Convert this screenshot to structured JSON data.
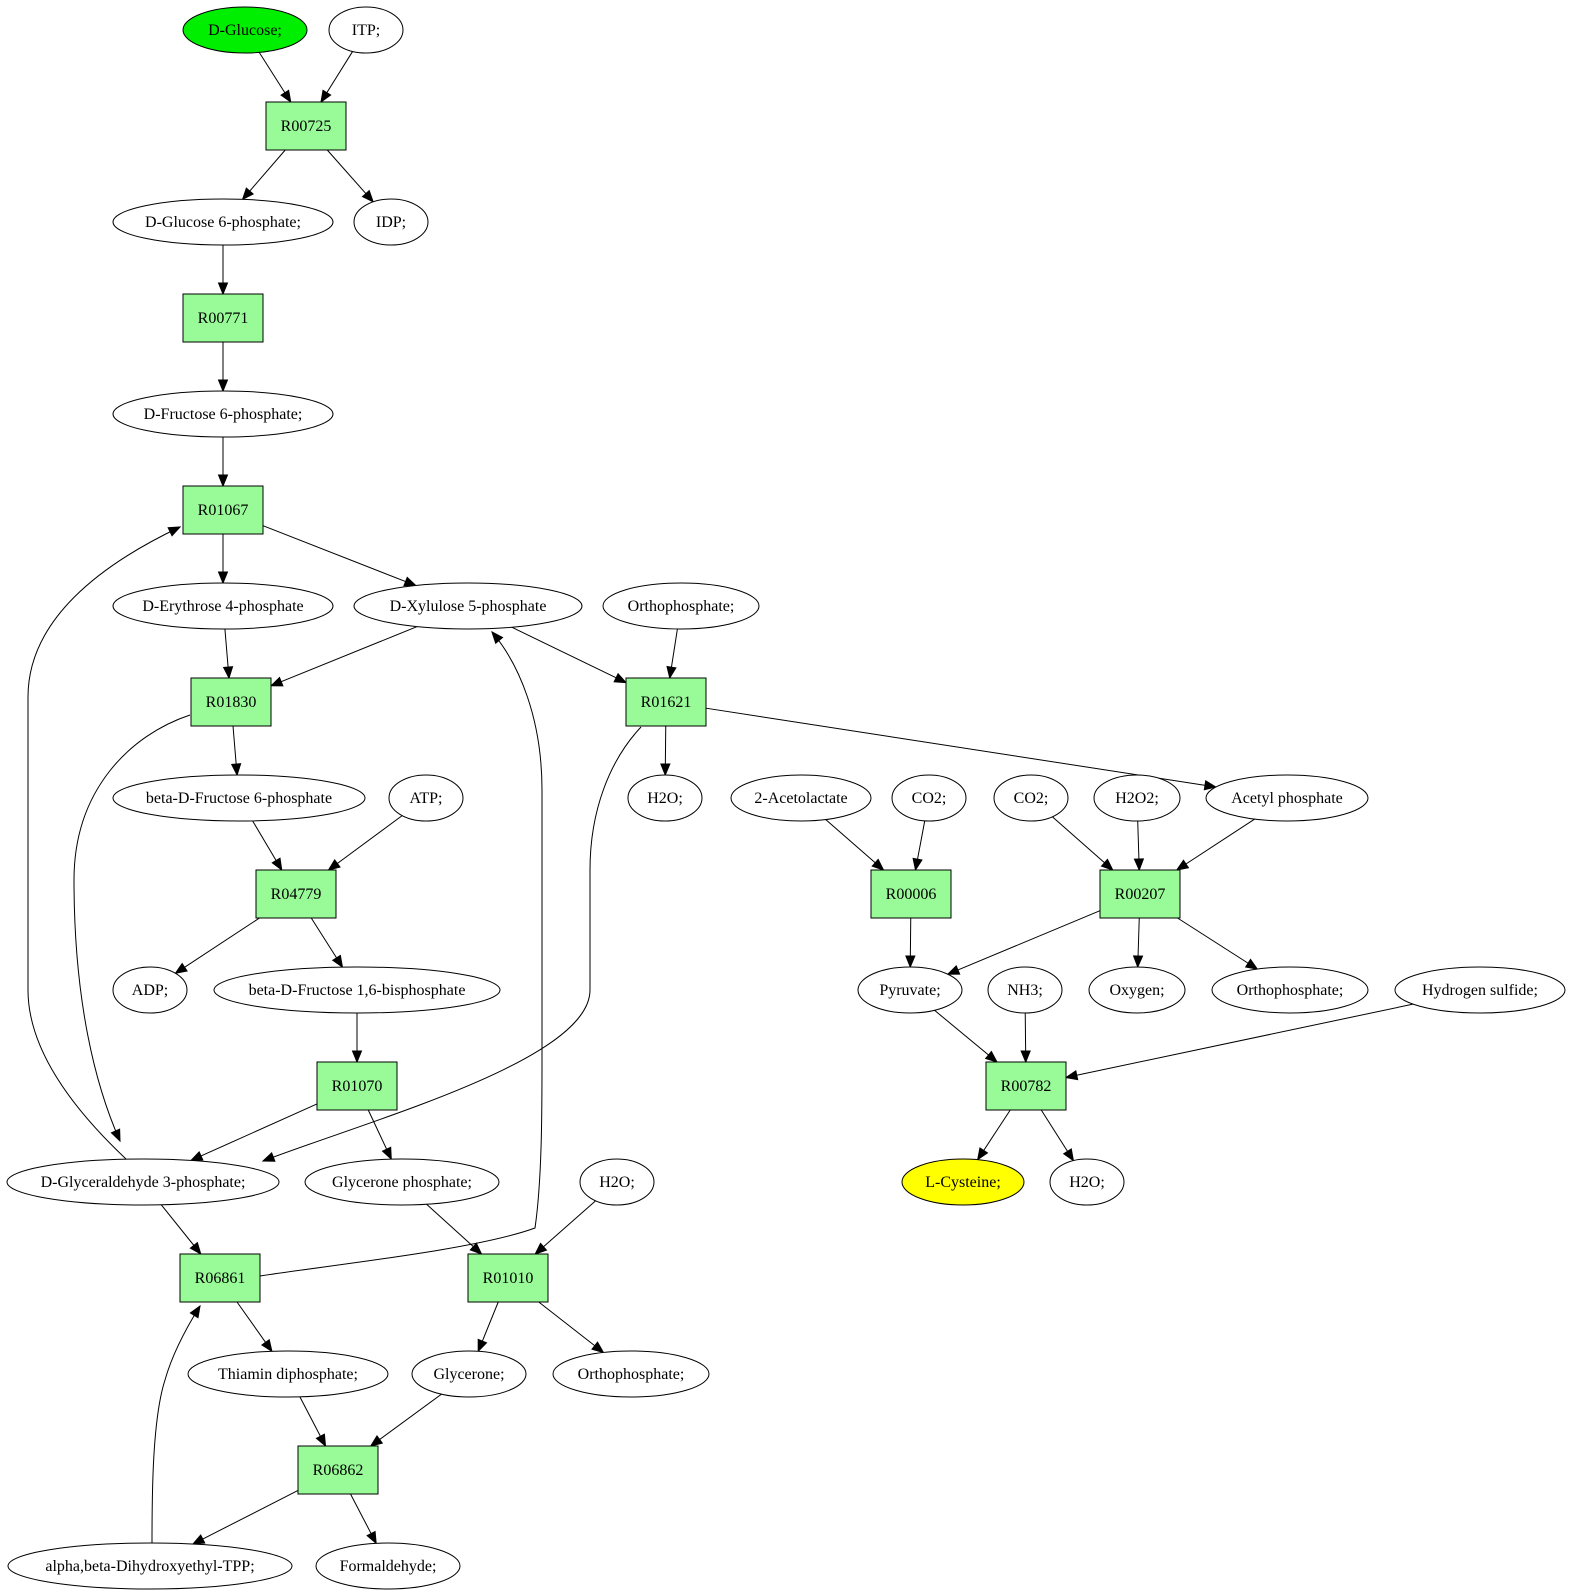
{
  "colors": {
    "start_node": "#00ee00",
    "target_node": "#ffff00",
    "reaction_node": "#98fb98",
    "compound_node": "#ffffff",
    "line": "#000000"
  },
  "compounds": [
    {
      "id": "glucose",
      "label": "D-Glucose;",
      "role": "start"
    },
    {
      "id": "itp",
      "label": "ITP;"
    },
    {
      "id": "g6p",
      "label": "D-Glucose 6-phosphate;"
    },
    {
      "id": "idp",
      "label": "IDP;"
    },
    {
      "id": "f6p",
      "label": "D-Fructose 6-phosphate;"
    },
    {
      "id": "e4p",
      "label": "D-Erythrose 4-phosphate"
    },
    {
      "id": "x5p",
      "label": "D-Xylulose 5-phosphate"
    },
    {
      "id": "orthophosphate_1",
      "label": "Orthophosphate;"
    },
    {
      "id": "h2o_1",
      "label": "H2O;"
    },
    {
      "id": "bf6p",
      "label": "beta-D-Fructose 6-phosphate"
    },
    {
      "id": "atp",
      "label": "ATP;"
    },
    {
      "id": "acetolactate",
      "label": "2-Acetolactate"
    },
    {
      "id": "co2_1",
      "label": "CO2;"
    },
    {
      "id": "co2_2",
      "label": "CO2;"
    },
    {
      "id": "h2o2",
      "label": "H2O2;"
    },
    {
      "id": "acetylphosphate",
      "label": "Acetyl phosphate"
    },
    {
      "id": "adp",
      "label": "ADP;"
    },
    {
      "id": "fbp",
      "label": "beta-D-Fructose 1,6-bisphosphate"
    },
    {
      "id": "pyruvate",
      "label": "Pyruvate;"
    },
    {
      "id": "nh3",
      "label": "NH3;"
    },
    {
      "id": "oxygen",
      "label": "Oxygen;"
    },
    {
      "id": "orthophosphate_2",
      "label": "Orthophosphate;"
    },
    {
      "id": "h2s",
      "label": "Hydrogen sulfide;"
    },
    {
      "id": "gap",
      "label": "D-Glyceraldehyde 3-phosphate;"
    },
    {
      "id": "dhap",
      "label": "Glycerone phosphate;"
    },
    {
      "id": "h2o_2",
      "label": "H2O;"
    },
    {
      "id": "cysteine",
      "label": "L-Cysteine;",
      "role": "target"
    },
    {
      "id": "h2o_3",
      "label": "H2O;"
    },
    {
      "id": "tpp",
      "label": "Thiamin diphosphate;"
    },
    {
      "id": "glycerone",
      "label": "Glycerone;"
    },
    {
      "id": "orthophosphate_3",
      "label": "Orthophosphate;"
    },
    {
      "id": "dhetpp",
      "label": "alpha,beta-Dihydroxyethyl-TPP;"
    },
    {
      "id": "formaldehyde",
      "label": "Formaldehyde;"
    }
  ],
  "reactions": [
    {
      "id": "R00725",
      "label": "R00725"
    },
    {
      "id": "R00771",
      "label": "R00771"
    },
    {
      "id": "R01067",
      "label": "R01067"
    },
    {
      "id": "R01830",
      "label": "R01830"
    },
    {
      "id": "R01621",
      "label": "R01621"
    },
    {
      "id": "R04779",
      "label": "R04779"
    },
    {
      "id": "R00006",
      "label": "R00006"
    },
    {
      "id": "R00207",
      "label": "R00207"
    },
    {
      "id": "R01070",
      "label": "R01070"
    },
    {
      "id": "R00782",
      "label": "R00782"
    },
    {
      "id": "R06861",
      "label": "R06861"
    },
    {
      "id": "R01010",
      "label": "R01010"
    },
    {
      "id": "R06862",
      "label": "R06862"
    }
  ],
  "edges": [
    {
      "from": "glucose",
      "to": "R00725"
    },
    {
      "from": "itp",
      "to": "R00725"
    },
    {
      "from": "R00725",
      "to": "g6p"
    },
    {
      "from": "R00725",
      "to": "idp"
    },
    {
      "from": "g6p",
      "to": "R00771"
    },
    {
      "from": "R00771",
      "to": "f6p"
    },
    {
      "from": "f6p",
      "to": "R01067"
    },
    {
      "from": "R01067",
      "to": "e4p"
    },
    {
      "from": "R01067",
      "to": "x5p"
    },
    {
      "from": "gap",
      "to": "R01067"
    },
    {
      "from": "e4p",
      "to": "R01830"
    },
    {
      "from": "x5p",
      "to": "R01830"
    },
    {
      "from": "R01830",
      "to": "bf6p"
    },
    {
      "from": "R01830",
      "to": "gap"
    },
    {
      "from": "x5p",
      "to": "R01621"
    },
    {
      "from": "orthophosphate_1",
      "to": "R01621"
    },
    {
      "from": "R01621",
      "to": "h2o_1"
    },
    {
      "from": "R01621",
      "to": "acetylphosphate"
    },
    {
      "from": "R01621",
      "to": "gap"
    },
    {
      "from": "bf6p",
      "to": "R04779"
    },
    {
      "from": "atp",
      "to": "R04779"
    },
    {
      "from": "R04779",
      "to": "adp"
    },
    {
      "from": "R04779",
      "to": "fbp"
    },
    {
      "from": "acetolactate",
      "to": "R00006"
    },
    {
      "from": "co2_1",
      "to": "R00006"
    },
    {
      "from": "R00006",
      "to": "pyruvate"
    },
    {
      "from": "co2_2",
      "to": "R00207"
    },
    {
      "from": "h2o2",
      "to": "R00207"
    },
    {
      "from": "acetylphosphate",
      "to": "R00207"
    },
    {
      "from": "R00207",
      "to": "pyruvate"
    },
    {
      "from": "R00207",
      "to": "oxygen"
    },
    {
      "from": "R00207",
      "to": "orthophosphate_2"
    },
    {
      "from": "fbp",
      "to": "R01070"
    },
    {
      "from": "R01070",
      "to": "gap"
    },
    {
      "from": "R01070",
      "to": "dhap"
    },
    {
      "from": "pyruvate",
      "to": "R00782"
    },
    {
      "from": "nh3",
      "to": "R00782"
    },
    {
      "from": "h2s",
      "to": "R00782"
    },
    {
      "from": "R00782",
      "to": "cysteine"
    },
    {
      "from": "R00782",
      "to": "h2o_3"
    },
    {
      "from": "gap",
      "to": "R06861"
    },
    {
      "from": "dhetpp",
      "to": "R06861"
    },
    {
      "from": "R06861",
      "to": "tpp"
    },
    {
      "from": "R06861",
      "to": "x5p"
    },
    {
      "from": "dhap",
      "to": "R01010"
    },
    {
      "from": "h2o_2",
      "to": "R01010"
    },
    {
      "from": "R01010",
      "to": "glycerone"
    },
    {
      "from": "R01010",
      "to": "orthophosphate_3"
    },
    {
      "from": "tpp",
      "to": "R06862"
    },
    {
      "from": "glycerone",
      "to": "R06862"
    },
    {
      "from": "R06862",
      "to": "dhetpp"
    },
    {
      "from": "R06862",
      "to": "formaldehyde"
    }
  ]
}
